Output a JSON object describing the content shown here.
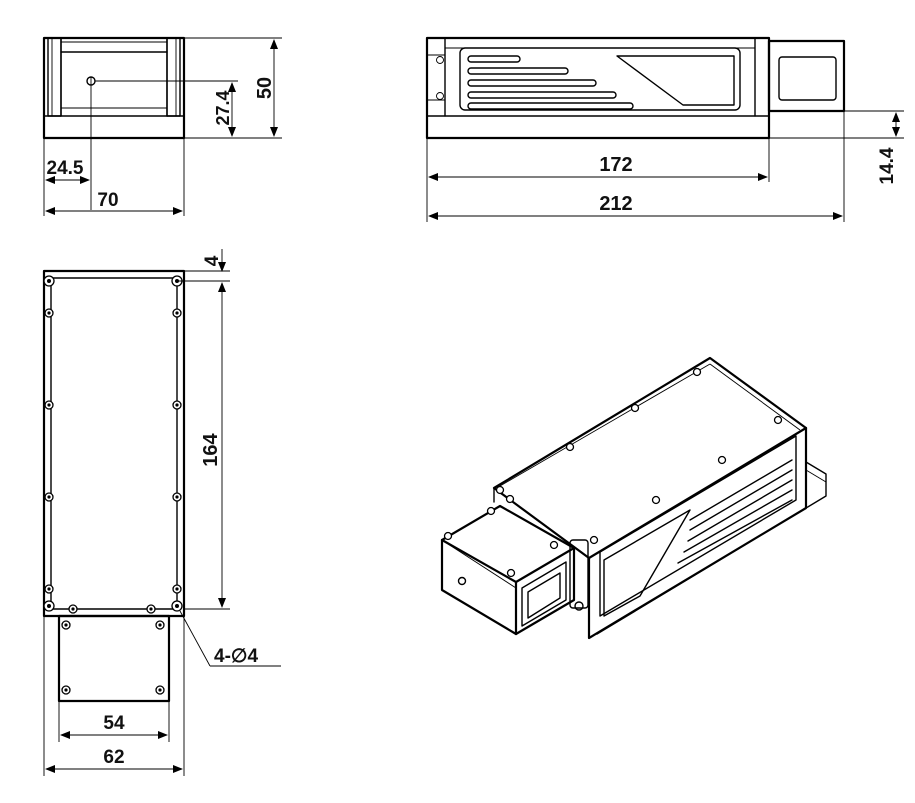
{
  "dimensions": {
    "front_height": "50",
    "front_offset_y": "27.4",
    "front_offset_x": "24.5",
    "front_width": "70",
    "side_length_body": "172",
    "side_length_total": "212",
    "side_offset": "14.4",
    "top_margin": "4",
    "top_length": "164",
    "hole_callout": "4-∅4",
    "tail_inner_width": "54",
    "tail_outer_width": "62"
  }
}
